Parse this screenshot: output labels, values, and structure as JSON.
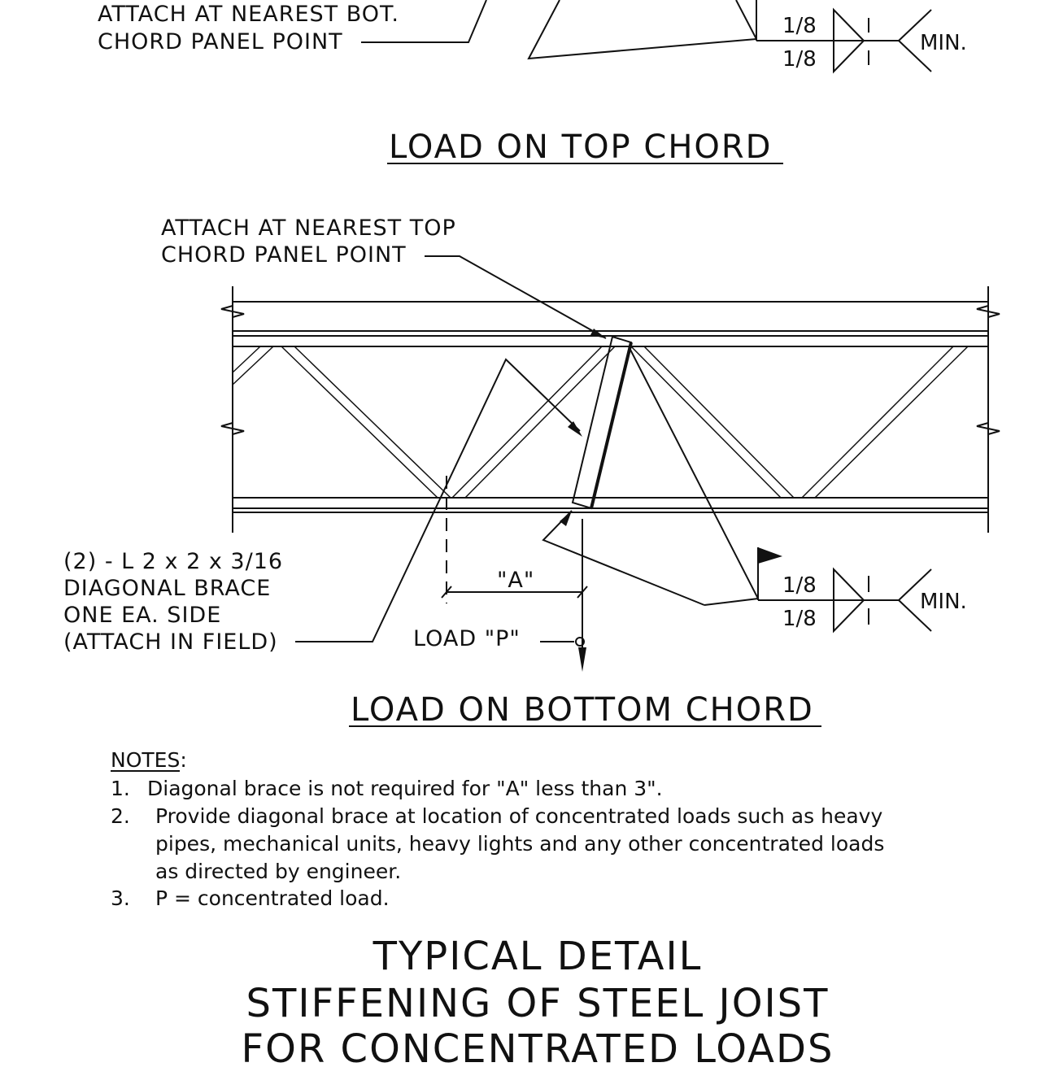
{
  "top_detail": {
    "attach_note_line1": "ATTACH AT NEAREST BOT.",
    "attach_note_line2": "CHORD PANEL POINT",
    "weld_size_top": "1/8",
    "weld_size_bottom": "1/8",
    "weld_length_top": "1",
    "weld_length_bottom": "1",
    "weld_tail": "MIN.",
    "heading": "LOAD ON TOP CHORD"
  },
  "bottom_detail": {
    "attach_note_line1": "ATTACH AT NEAREST TOP",
    "attach_note_line2": "CHORD PANEL POINT",
    "brace_note_line1": "(2) - L 2 x 2 x 3/16",
    "brace_note_line2": "DIAGONAL BRACE",
    "brace_note_line3": "ONE EA. SIDE",
    "brace_note_line4": "(ATTACH IN FIELD)",
    "dimension_label": "\"A\"",
    "load_label": "LOAD \"P\"",
    "weld_size_top": "1/8",
    "weld_size_bottom": "1/8",
    "weld_length_top": "1",
    "weld_length_bottom": "1",
    "weld_tail": "MIN.",
    "heading": "LOAD ON BOTTOM CHORD"
  },
  "notes": {
    "heading": "NOTES",
    "colon": ":",
    "items": [
      {
        "num": "1.",
        "lines": [
          "Diagonal brace is not required for \"A\" less than 3\"."
        ]
      },
      {
        "num": "2.",
        "lines": [
          "Provide diagonal brace at location of concentrated loads such as heavy",
          "pipes, mechanical units, heavy lights and any other concentrated loads",
          "as directed by engineer."
        ]
      },
      {
        "num": "3.",
        "lines": [
          "P = concentrated load."
        ]
      }
    ]
  },
  "title": {
    "line1": "TYPICAL DETAIL",
    "line2": "STIFFENING OF STEEL JOIST",
    "line3": "FOR CONCENTRATED LOADS"
  }
}
